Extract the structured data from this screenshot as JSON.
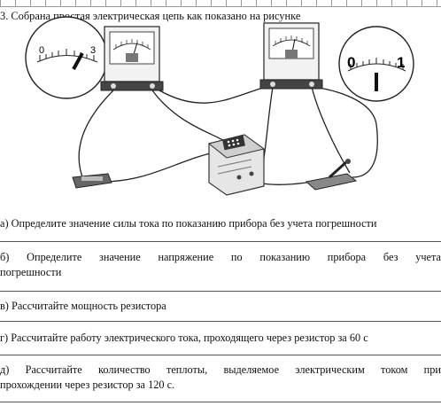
{
  "problem": {
    "title": "3. Собрана простая электрическая цепь как показано на рисунке"
  },
  "voltmeter_scale": {
    "min_label": "0",
    "max_label": "3"
  },
  "ammeter_scale": {
    "min_label": "0",
    "max_label": "1"
  },
  "questions": [
    {
      "text": "а) Определите значение силы тока по показанию прибора без учета погрешности"
    },
    {
      "line1": "б) Определите значение напряжение по показанию прибора без учета",
      "line2": "погрешности"
    },
    {
      "text": "в) Рассчитайте мощность резистора"
    },
    {
      "text": "г) Рассчитайте работу электрического тока, проходящего через резистор за 60 с"
    },
    {
      "line1": "д) Рассчитайте количество теплоты, выделяемое электрическим током при",
      "line2": "прохождении через резистор за 120 с."
    }
  ]
}
